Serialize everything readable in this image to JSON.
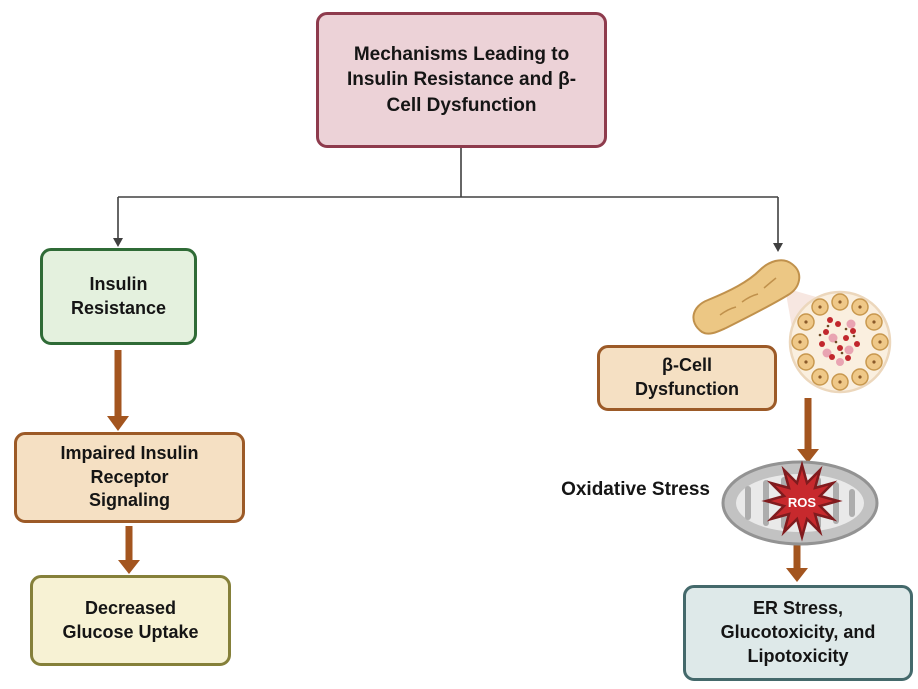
{
  "diagram": {
    "title": "Mechanisms Leading to Insulin Resistance and β-Cell Dysfunction",
    "left_branch": {
      "insulin_resistance": "Insulin Resistance",
      "impaired_signaling": "Impaired Insulin Receptor Signaling",
      "decreased_uptake": "Decreased Glucose Uptake"
    },
    "right_branch": {
      "beta_cell_dysfunction": "β-Cell Dysfunction",
      "oxidative_stress_label": "Oxidative Stress",
      "ros_label": "ROS",
      "er_stress": "ER Stress, Glucotoxicity, and Lipotoxicity"
    },
    "colors": {
      "title_fill": "#ECD2D7",
      "title_border": "#8E3B4D",
      "green_fill": "#E4F1DE",
      "green_border": "#2F6B36",
      "tan_fill": "#F5E0C3",
      "tan_border": "#9C5A27",
      "yellow_fill": "#F7F2D4",
      "yellow_border": "#85803A",
      "teal_fill": "#DEE9E9",
      "teal_border": "#44696B",
      "arrow_brown": "#A3551F",
      "connector_gray": "#404040",
      "ros_star_red": "#C7292D",
      "mitochondria_gray": "#C2C2C2",
      "pancreas_tan": "#ECC784"
    }
  }
}
